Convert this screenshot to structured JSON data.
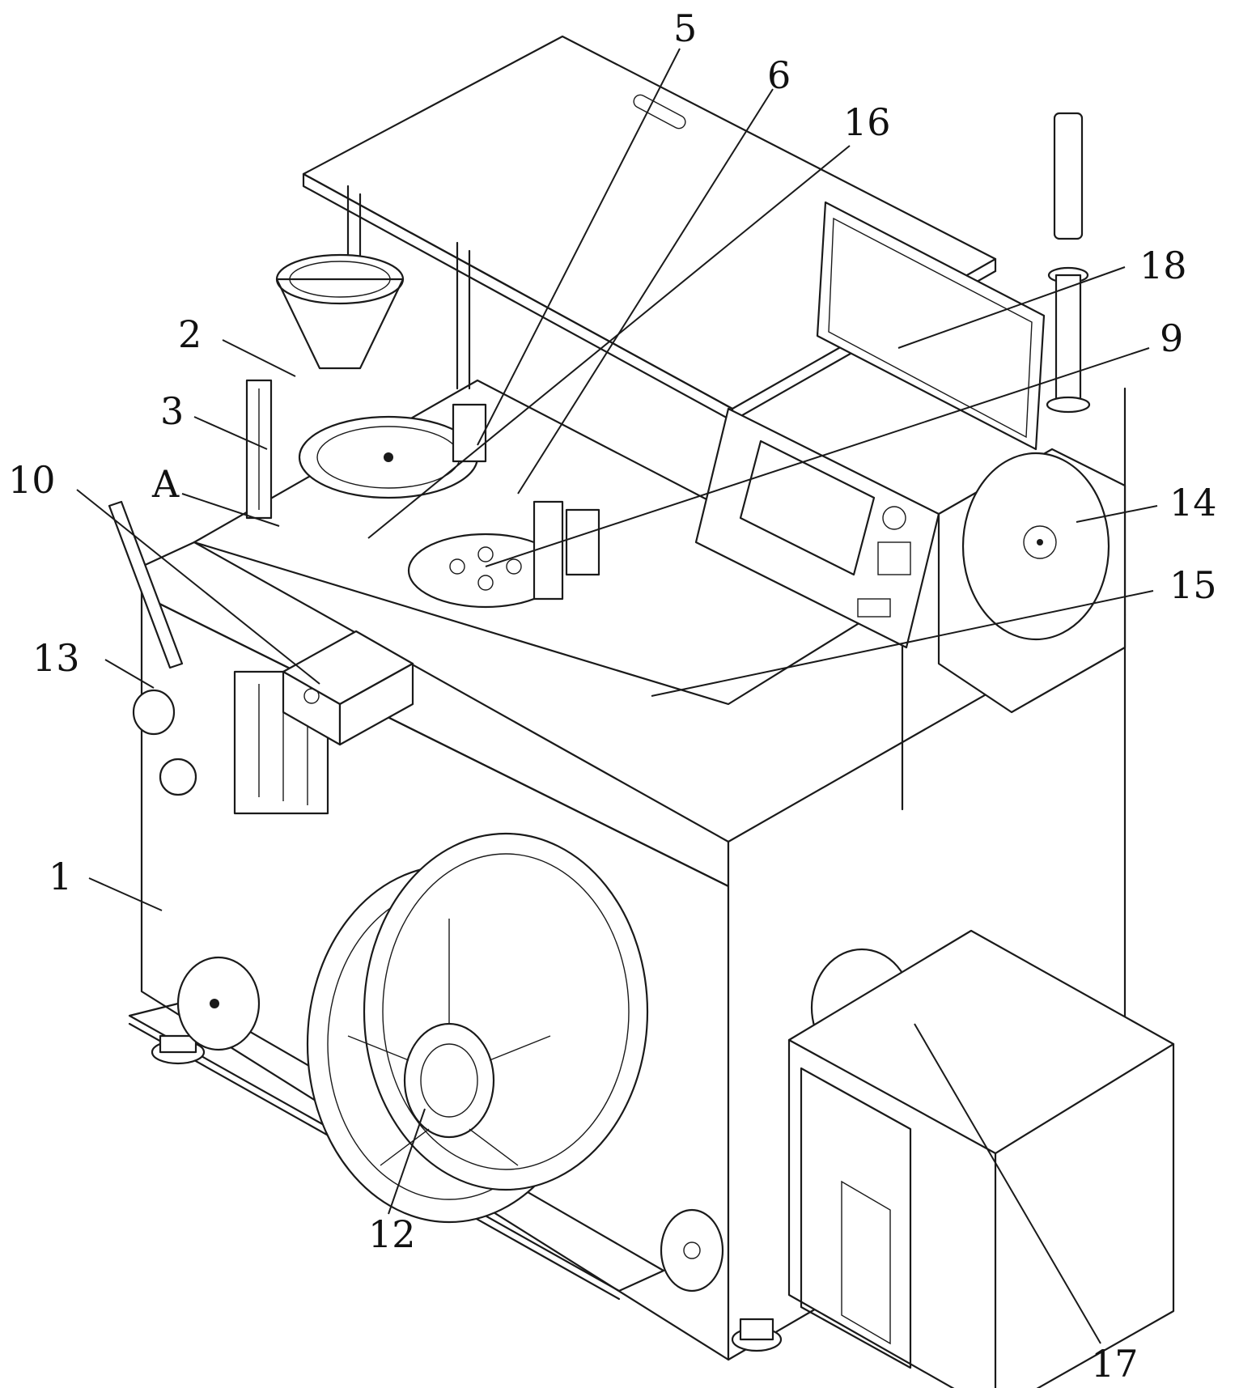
{
  "diagram": {
    "callouts": [
      {
        "id": "c5",
        "text": "5"
      },
      {
        "id": "c6",
        "text": "6"
      },
      {
        "id": "c16",
        "text": "16"
      },
      {
        "id": "c18",
        "text": "18"
      },
      {
        "id": "c2",
        "text": "2"
      },
      {
        "id": "c9",
        "text": "9"
      },
      {
        "id": "c3",
        "text": "3"
      },
      {
        "id": "c10",
        "text": "10"
      },
      {
        "id": "cA",
        "text": "A"
      },
      {
        "id": "c14",
        "text": "14"
      },
      {
        "id": "c15",
        "text": "15"
      },
      {
        "id": "c13",
        "text": "13"
      },
      {
        "id": "c1",
        "text": "1"
      },
      {
        "id": "c12",
        "text": "12"
      },
      {
        "id": "c17",
        "text": "17"
      }
    ]
  }
}
